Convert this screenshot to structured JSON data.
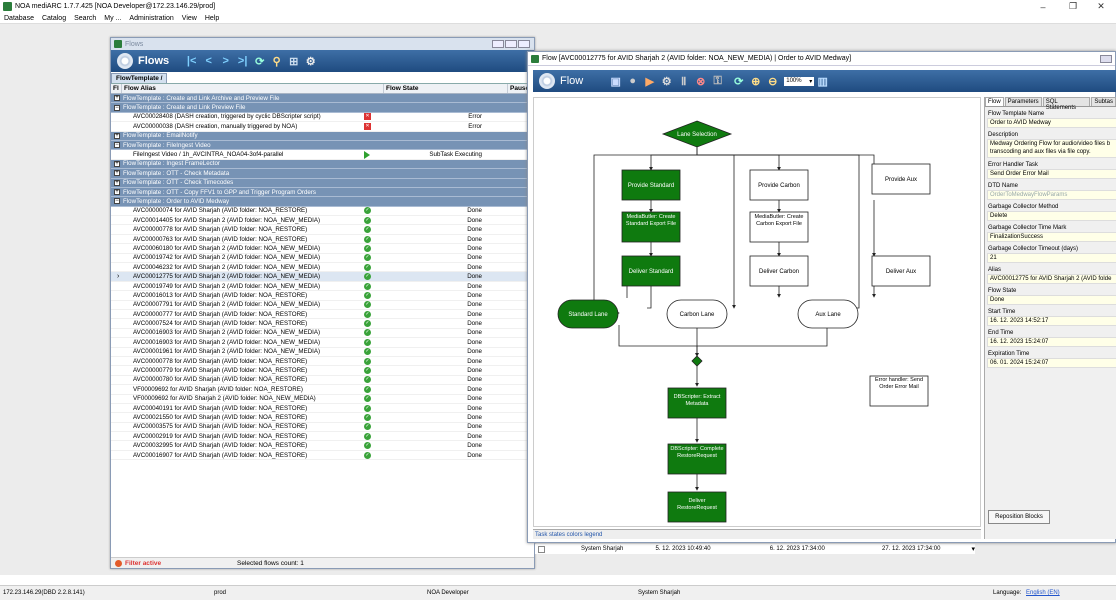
{
  "app": {
    "title": "NOA mediARC 1.7.7.425 [NOA Developer@172.23.146.29/prod]",
    "menu": [
      "Database",
      "Catalog",
      "Search",
      "My ...",
      "Administration",
      "View",
      "Help"
    ]
  },
  "flows_window": {
    "title": "Flows",
    "header": "Flows",
    "tab": "FlowTemplate",
    "columns": {
      "flag": "Fl",
      "alias": "Flow Alias",
      "state": "Flow State",
      "pause": "Pause"
    },
    "rows": [
      {
        "t": "g",
        "exp": "+",
        "alias": "FlowTemplate : Create and Link Archive and Preview File"
      },
      {
        "t": "g",
        "exp": "−",
        "alias": "FlowTemplate : Create and Link Preview File"
      },
      {
        "t": "r",
        "alias": "AVC00028408 (DASH creation, triggered by cyclic DBScripter script)",
        "icon": "err",
        "state": "Error"
      },
      {
        "t": "r",
        "alias": "AVC00000038 (DASH creation, manually triggered by NOA)",
        "icon": "err",
        "state": "Error"
      },
      {
        "t": "g",
        "exp": "+",
        "alias": "FlowTemplate : EmailNotify"
      },
      {
        "t": "g",
        "exp": "−",
        "alias": "FlowTemplate : FileIngest Video"
      },
      {
        "t": "r",
        "alias": "FileIngest Video / 1h_AVCINTRA_NOA04-3of4-parallel",
        "icon": "run",
        "state": "SubTask Executing"
      },
      {
        "t": "g",
        "exp": "+",
        "alias": "FlowTemplate : Ingest FrameLector"
      },
      {
        "t": "g",
        "exp": "+",
        "alias": "FlowTemplate : OTT - Check Metadata"
      },
      {
        "t": "g",
        "exp": "+",
        "alias": "FlowTemplate : OTT - Check Timecodes"
      },
      {
        "t": "g",
        "exp": "+",
        "alias": "FlowTemplate : OTT - Copy FFV1 to GPP and Trigger Program Orders"
      },
      {
        "t": "g",
        "exp": "−",
        "alias": "FlowTemplate : Order to AVID Medway"
      },
      {
        "t": "r",
        "alias": "AVC00000074 for AVID Sharjah (AVID folder: NOA_RESTORE)",
        "icon": "ok",
        "state": "Done"
      },
      {
        "t": "r",
        "alias": "AVC00014405 for AVID Sharjah 2 (AVID folder: NOA_NEW_MEDIA)",
        "icon": "ok",
        "state": "Done"
      },
      {
        "t": "r",
        "alias": "AVC00000778 for AVID Sharjah (AVID folder: NOA_RESTORE)",
        "icon": "ok",
        "state": "Done"
      },
      {
        "t": "r",
        "alias": "AVC00000763 for AVID Sharjah (AVID folder: NOA_RESTORE)",
        "icon": "ok",
        "state": "Done"
      },
      {
        "t": "r",
        "alias": "AVC00060180 for AVID Sharjah 2 (AVID folder: NOA_NEW_MEDIA)",
        "icon": "ok",
        "state": "Done"
      },
      {
        "t": "r",
        "alias": "AVC00019742 for AVID Sharjah 2 (AVID folder: NOA_NEW_MEDIA)",
        "icon": "ok",
        "state": "Done"
      },
      {
        "t": "r",
        "alias": "AVC00046232 for AVID Sharjah 2 (AVID folder: NOA_NEW_MEDIA)",
        "icon": "ok",
        "state": "Done"
      },
      {
        "t": "r",
        "sel": true,
        "alias": "AVC00012775 for AVID Sharjah 2 (AVID folder: NOA_NEW_MEDIA)",
        "icon": "ok",
        "state": "Done"
      },
      {
        "t": "r",
        "alias": "AVC00019749 for AVID Sharjah 2 (AVID folder: NOA_NEW_MEDIA)",
        "icon": "ok",
        "state": "Done"
      },
      {
        "t": "r",
        "alias": "AVC00016013 for AVID Sharjah (AVID folder: NOA_RESTORE)",
        "icon": "ok",
        "state": "Done"
      },
      {
        "t": "r",
        "alias": "AVC00007791 for AVID Sharjah 2 (AVID folder: NOA_NEW_MEDIA)",
        "icon": "ok",
        "state": "Done"
      },
      {
        "t": "r",
        "alias": "AVC00000777 for AVID Sharjah (AVID folder: NOA_RESTORE)",
        "icon": "ok",
        "state": "Done"
      },
      {
        "t": "r",
        "alias": "AVC00007524 for AVID Sharjah (AVID folder: NOA_RESTORE)",
        "icon": "ok",
        "state": "Done"
      },
      {
        "t": "r",
        "alias": "AVC00016903 for AVID Sharjah 2 (AVID folder: NOA_NEW_MEDIA)",
        "icon": "ok",
        "state": "Done"
      },
      {
        "t": "r",
        "alias": "AVC00016903 for AVID Sharjah 2 (AVID folder: NOA_NEW_MEDIA)",
        "icon": "ok",
        "state": "Done"
      },
      {
        "t": "r",
        "alias": "AVC00001961 for AVID Sharjah 2 (AVID folder: NOA_NEW_MEDIA)",
        "icon": "ok",
        "state": "Done"
      },
      {
        "t": "r",
        "alias": "AVC00000778 for AVID Sharjah (AVID folder: NOA_RESTORE)",
        "icon": "ok",
        "state": "Done"
      },
      {
        "t": "r",
        "alias": "AVC00000779 for AVID Sharjah (AVID folder: NOA_RESTORE)",
        "icon": "ok",
        "state": "Done"
      },
      {
        "t": "r",
        "alias": "AVC00000780 for AVID Sharjah (AVID folder: NOA_RESTORE)",
        "icon": "ok",
        "state": "Done"
      },
      {
        "t": "r",
        "alias": "VF00009692 for AVID Sharjah (AVID folder: NOA_RESTORE)",
        "icon": "ok",
        "state": "Done"
      },
      {
        "t": "r",
        "alias": "VF00009692 for AVID Sharjah 2 (AVID folder: NOA_NEW_MEDIA)",
        "icon": "ok",
        "state": "Done"
      },
      {
        "t": "r",
        "alias": "AVC00040191 for AVID Sharjah (AVID folder: NOA_RESTORE)",
        "icon": "ok",
        "state": "Done"
      },
      {
        "t": "r",
        "alias": "AVC00021550 for AVID Sharjah (AVID folder: NOA_RESTORE)",
        "icon": "ok",
        "state": "Done"
      },
      {
        "t": "r",
        "alias": "AVC00003575 for AVID Sharjah (AVID folder: NOA_RESTORE)",
        "icon": "ok",
        "state": "Done"
      },
      {
        "t": "r",
        "alias": "AVC00002919 for AVID Sharjah (AVID folder: NOA_RESTORE)",
        "icon": "ok",
        "state": "Done"
      },
      {
        "t": "r",
        "alias": "AVC00032995 for AVID Sharjah (AVID folder: NOA_RESTORE)",
        "icon": "ok",
        "state": "Done"
      },
      {
        "t": "r",
        "alias": "AVC00016907 for AVID Sharjah (AVID folder: NOA_RESTORE)",
        "icon": "ok",
        "state": "Done"
      }
    ],
    "status": {
      "filter": "Filter active",
      "selected": "Selected flows count: 1"
    },
    "extra_row": {
      "user": "System Sharjah",
      "start": "5. 12. 2023 10:49:40",
      "end": "6. 12. 2023 17:34:00",
      "expire": "27. 12. 2023 17:34:00"
    }
  },
  "detail_window": {
    "title": "Flow [AVC00012775 for AVID Sharjah 2 (AVID folder: NOA_NEW_MEDIA) | Order to AVID Medway]",
    "header": "Flow",
    "zoom": "100%",
    "nodes": {
      "lane_selection": "Lane Selection",
      "provide_standard": "Provide Standard",
      "mb_standard": "MediaButler: Create Standard Export File",
      "deliver_standard": "Deliver Standard",
      "standard_lane": "Standard Lane",
      "provide_carbon": "Provide Carbon",
      "mb_carbon": "MediaButler: Create Carbon Export File",
      "deliver_carbon": "Deliver Carbon",
      "carbon_lane": "Carbon Lane",
      "provide_aux": "Provide Aux",
      "deliver_aux": "Deliver Aux",
      "aux_lane": "Aux Lane",
      "db_extract": "DBScripter: Extract Metadata",
      "db_complete": "DBScripter: Complete RestoreRequest",
      "deliver_restore": "Deliver RestoreRequest",
      "error_handler": "Error handler: Send Order Error Mail"
    },
    "legend": "Task states colors legend",
    "props": {
      "tabs": [
        "Flow",
        "Parameters",
        "SQL Statements",
        "Subtas"
      ],
      "fields": [
        {
          "label": "Flow Template Name",
          "value": "Order to AVID Medway"
        },
        {
          "label": "Description",
          "value": "Medway Ordering Flow for audio/video files b transcoding and aux files via file copy.",
          "tall": true
        },
        {
          "label": "Error Handler Task",
          "value": "Send Order Error Mail"
        },
        {
          "label": "DTD Name",
          "value": "OrderToMedwayFlowParams",
          "gray": true
        },
        {
          "label": "Garbage Collector Method",
          "value": "Delete"
        },
        {
          "label": "Garbage Collector Time Mark",
          "value": "FinalizationSuccess"
        },
        {
          "label": "Garbage Collector Timeout (days)",
          "value": "21"
        },
        {
          "label": "Alias",
          "value": "AVC00012775 for AVID Sharjah 2 (AVID folde"
        },
        {
          "label": "Flow State",
          "value": "Done"
        },
        {
          "label": "Start Time",
          "value": "16. 12. 2023 14:52:17"
        },
        {
          "label": "End Time",
          "value": "16. 12. 2023 15:24:07"
        },
        {
          "label": "Expiration Time",
          "value": "06. 01. 2024 15:24:07"
        }
      ],
      "reposition": "Reposition Blocks"
    }
  },
  "status": {
    "ip": "172.23.146.29(DBD 2.2.8.141)",
    "db": "prod",
    "user": "NOA Developer",
    "system": "System Sharjah",
    "lang_label": "Language:",
    "lang": "English (EN)"
  },
  "colors": {
    "task_green": "#0f7a0f",
    "header_blue": "#2a5a92",
    "group_blue": "#7793b5"
  }
}
